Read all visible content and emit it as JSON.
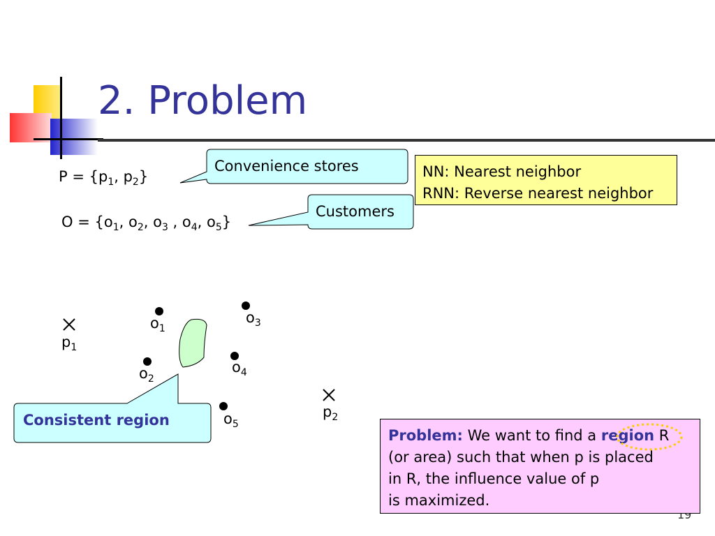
{
  "slide": {
    "title": "2. Problem",
    "page_number": "19"
  },
  "sets": {
    "p_label": "P = {p",
    "p_sub1": "1",
    "p_mid": ", p",
    "p_sub2": "2",
    "p_end": "}",
    "o_label": "O = {o",
    "o_sub1": "1",
    "o_c1": ", o",
    "o_sub2": "2",
    "o_c2": ", o",
    "o_sub3": "3",
    "o_c3": " , o",
    "o_sub4": "4",
    "o_c4": ", o",
    "o_sub5": "5",
    "o_end": "}"
  },
  "callouts": {
    "convenience": "Convenience stores",
    "customers": "Customers",
    "consistent_region": "Consistent region"
  },
  "legend": {
    "line1": "NN: Nearest neighbor",
    "line2": "RNN: Reverse nearest neighbor"
  },
  "problem_box": {
    "keyword": "Problem:",
    "text1": " We want to find a ",
    "region": "region",
    "text2": " R",
    "line2": "(or area) such that when p is placed",
    "line3": "in R, the influence value of p",
    "line4": "is maximized."
  },
  "points": {
    "p1": {
      "base": "p",
      "sub": "1"
    },
    "p2": {
      "base": "p",
      "sub": "2"
    },
    "o1": {
      "base": "o",
      "sub": "1"
    },
    "o2": {
      "base": "o",
      "sub": "2"
    },
    "o3": {
      "base": "o",
      "sub": "3"
    },
    "o4": {
      "base": "o",
      "sub": "4"
    },
    "o5": {
      "base": "o",
      "sub": "5"
    }
  },
  "colors": {
    "title": "#333399",
    "legend_bg": "#ffff99",
    "callout_bg": "#ccffff",
    "problem_bg": "#ffccff",
    "region_fill": "#ccffcc",
    "region_highlight": "#ffcc00"
  }
}
